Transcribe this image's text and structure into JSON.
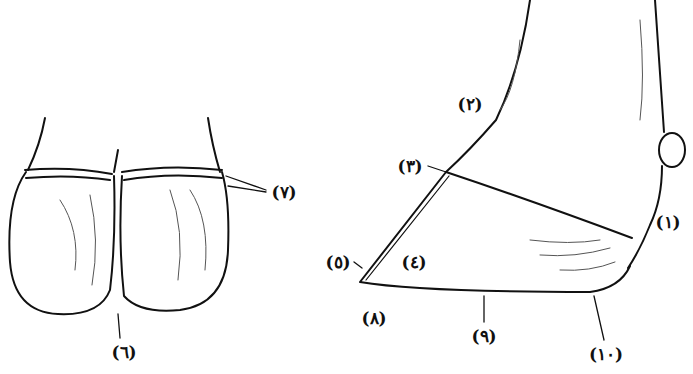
{
  "diagram": {
    "labels": [
      "(١)",
      "(٢)",
      "(٣)",
      "(٤)",
      "(٥)",
      "(٦)",
      "(٧)",
      "(٨)",
      "(٩)",
      "(١٠)"
    ]
  }
}
